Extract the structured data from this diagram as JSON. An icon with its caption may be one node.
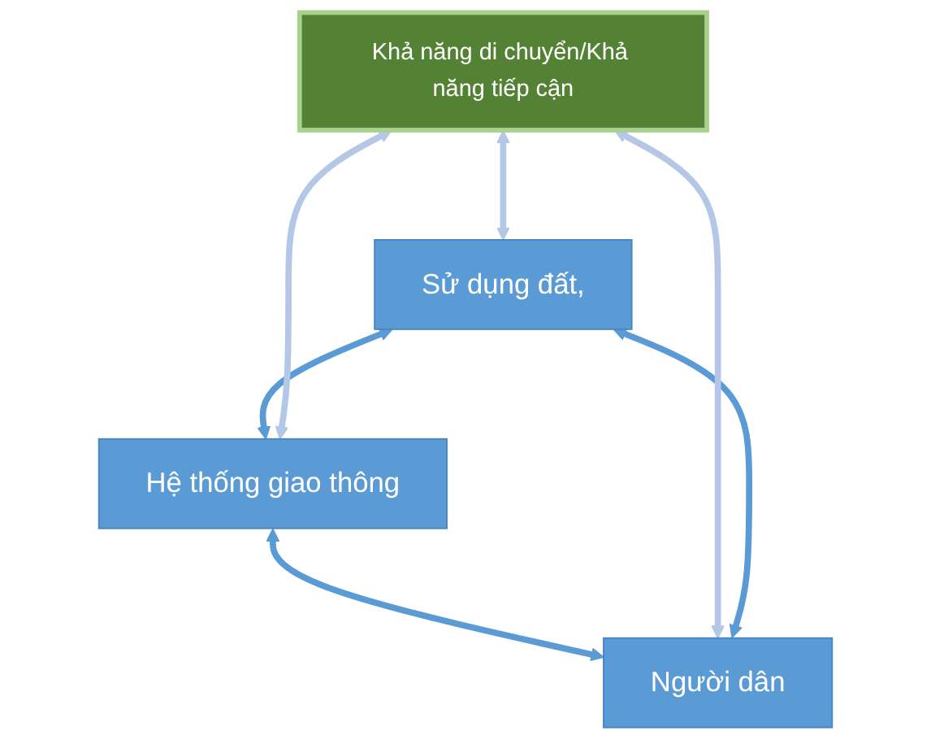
{
  "diagram": {
    "nodes": [
      {
        "text": [
          "Sử dụng đất,"
        ]
      },
      {
        "text": [
          "Khả năng di chuyển/Khả năng tiếp cận"
        ]
      },
      {
        "text": [
          "Người dân"
        ]
      },
      {
        "text": [
          "Hệ thống giao thông"
        ]
      }
    ],
    "edges": [
      {
        "from": 0,
        "to": 3,
        "arrow": "both"
      },
      {
        "from": 3,
        "to": 2,
        "arrow": "both"
      },
      {
        "from": 2,
        "to": 0,
        "arrow": "both"
      },
      {
        "from": 1,
        "to": 0,
        "arrow": "both",
        "color": "#b4c7e7"
      },
      {
        "from": 1,
        "to": 2,
        "arrow": "both",
        "color": "#b4c7e7"
      },
      {
        "from": 1,
        "to": 3,
        "arrow": "both",
        "color": "#b4c7e7"
      }
    ]
  }
}
